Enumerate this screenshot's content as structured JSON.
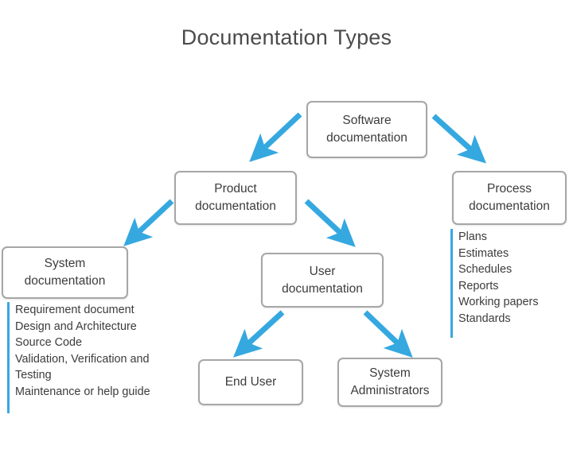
{
  "diagram": {
    "title": "Documentation Types",
    "accent_color": "#3aa7e0",
    "box_border_color": "#a6a6a6",
    "text_color": "#3c3c3c",
    "background_color": "#ffffff",
    "type": "hierarchy-flowchart"
  },
  "nodes": {
    "software": {
      "line1": "Software",
      "line2": "documentation"
    },
    "product": {
      "line1": "Product",
      "line2": "documentation"
    },
    "process": {
      "line1": "Process",
      "line2": "documentation"
    },
    "system": {
      "line1": "System",
      "line2": "documentation"
    },
    "user": {
      "line1": "User",
      "line2": "documentation"
    },
    "end_user": {
      "line1": "End User",
      "line2": ""
    },
    "sys_admin": {
      "line1": "System",
      "line2": "Administrators"
    }
  },
  "lists": {
    "system_documentation": [
      "Requirement document",
      "Design and Architecture",
      "Source Code",
      "Validation, Verification and Testing",
      "Maintenance or help guide"
    ],
    "process_documentation": [
      "Plans",
      "Estimates",
      "Schedules",
      "Reports",
      "Working papers",
      "Standards"
    ]
  },
  "arrows": [
    {
      "name": "software-to-product",
      "from": "software",
      "to": "product",
      "direction": "down-left"
    },
    {
      "name": "software-to-process",
      "from": "software",
      "to": "process",
      "direction": "down-right"
    },
    {
      "name": "product-to-system",
      "from": "product",
      "to": "system",
      "direction": "down-left"
    },
    {
      "name": "product-to-user",
      "from": "product",
      "to": "user",
      "direction": "down-right"
    },
    {
      "name": "user-to-end-user",
      "from": "user",
      "to": "end_user",
      "direction": "down-left"
    },
    {
      "name": "user-to-system-administrators",
      "from": "user",
      "to": "sys_admin",
      "direction": "down-right"
    }
  ]
}
